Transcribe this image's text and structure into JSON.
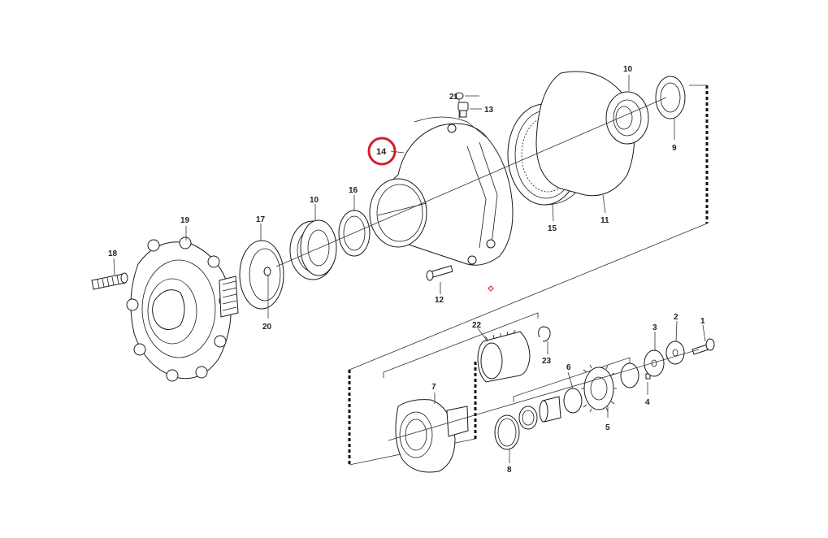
{
  "labels": {
    "p1": "1",
    "p2": "2",
    "p3": "3",
    "p4": "4",
    "p5": "5",
    "p6": "6",
    "p7": "7",
    "p8": "8",
    "p9": "9",
    "p10a": "10",
    "p10b": "10",
    "p11": "11",
    "p12": "12",
    "p13": "13",
    "p14": "14",
    "p15": "15",
    "p16": "16",
    "p17": "17",
    "p18": "18",
    "p19": "19",
    "p20": "20",
    "p21": "21",
    "p22": "22",
    "p23": "23"
  },
  "highlight": {
    "part": "14",
    "color": "#d0202a"
  }
}
